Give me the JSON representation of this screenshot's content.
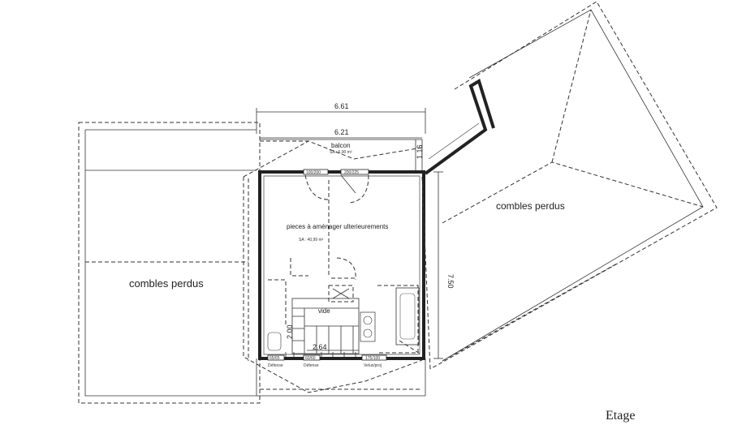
{
  "plan": {
    "title": "Etage",
    "rooms": {
      "left_attic": "combles perdus",
      "right_attic": "combles perdus",
      "main_room": "pieces à aménager ulterieurements",
      "main_room_area": "SA : 40,99 m²",
      "balcony": "balcon",
      "balcony_area": "SA : 6,90 m²",
      "void": "vide"
    },
    "dimensions": {
      "outer_width": "6.61",
      "inner_width": "6.21",
      "balcony_depth": "1.16",
      "depth": "7.50",
      "stair_height": "2.00",
      "stair_width": "2.64"
    },
    "openings": {
      "door_1": "100/200",
      "door_2": "200/225",
      "window_1": "65/65",
      "window_2": "60/60",
      "window_3": "175/100",
      "window_note_1": "Défense",
      "window_note_2": "Défense",
      "window_note_3": "Velux/proj"
    }
  }
}
